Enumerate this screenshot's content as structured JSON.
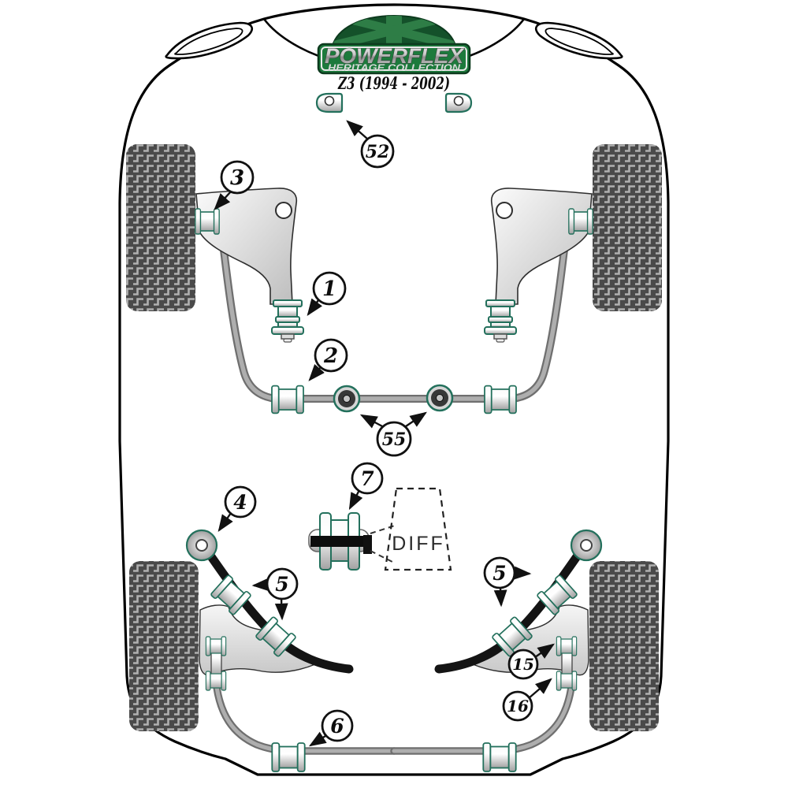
{
  "brand": {
    "name": "POWERFLEX",
    "collection": "HERITAGE COLLECTION",
    "model": "Z3 (1994 - 2002)"
  },
  "diagram": {
    "diff_label": "DIFF",
    "callouts": {
      "c52": "52",
      "c3": "3",
      "c1": "1",
      "c2": "2",
      "c55": "55",
      "c7": "7",
      "c4": "4",
      "c5_left": "5",
      "c5_right": "5",
      "c6": "6",
      "c15": "15",
      "c16": "16"
    }
  },
  "colors": {
    "powerflex_green": "#1d7a3c",
    "dome_green": "#14512a",
    "jack_green": "#2e7d46",
    "bushing_outline_teal": "#23705c",
    "bar_gray": "#8f8f8f",
    "arm_black": "#141414"
  }
}
